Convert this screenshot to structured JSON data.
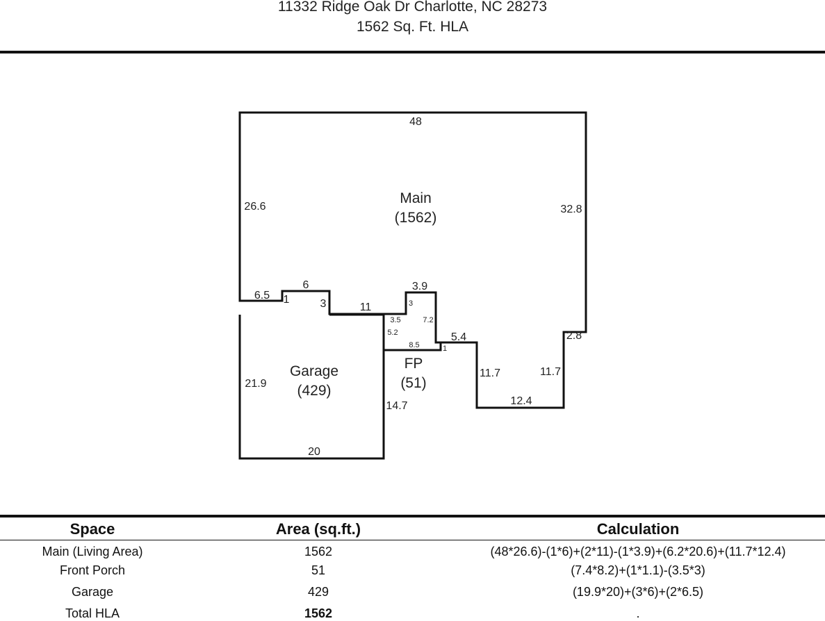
{
  "header": {
    "address": "11332 Ridge Oak Dr Charlotte, NC 28273",
    "hla": "1562 Sq. Ft. HLA"
  },
  "plan": {
    "areas": [
      {
        "id": "main",
        "name": "Main",
        "area": "(1562)"
      },
      {
        "id": "garage",
        "name": "Garage",
        "area": "(429)"
      },
      {
        "id": "fp",
        "name": "FP",
        "area": "(51)"
      }
    ],
    "dimensions": {
      "main_top": "48",
      "main_left": "26.6",
      "main_right": "32.8",
      "ledge_6_5": "6.5",
      "step_1a": "1",
      "top_6": "6",
      "step_3a": "3",
      "run_11": "11",
      "porch_3_9": "3.9",
      "porch_3": "3",
      "porch_3_5": "3.5",
      "porch_7_2": "7.2",
      "porch_5_2": "5.2",
      "porch_8_5": "8.5",
      "step_1b": "1",
      "run_5_4": "5.4",
      "right_2_8": "2.8",
      "bay_left_11_7": "11.7",
      "bay_right_11_7": "11.7",
      "bay_bottom_12_4": "12.4",
      "garage_left_21_9": "21.9",
      "garage_right_14_7": "14.7",
      "garage_bottom_20": "20"
    }
  },
  "table": {
    "headers": [
      "Space",
      "Area (sq.ft.)",
      "Calculation"
    ],
    "rows": [
      {
        "space": "Main (Living Area)",
        "area": "1562",
        "calc": "(48*26.6)-(1*6)+(2*11)-(1*3.9)+(6.2*20.6)+(11.7*12.4)"
      },
      {
        "space": "Front Porch",
        "area": "51",
        "calc": "(7.4*8.2)+(1*1.1)-(3.5*3)"
      },
      {
        "space": "Garage",
        "area": "429",
        "calc": "(19.9*20)+(3*6)+(2*6.5)"
      }
    ],
    "total": {
      "space": "Total HLA",
      "area": "1562",
      "calc": "."
    }
  },
  "colors": {
    "ink": "#111111",
    "background": "#ffffff"
  }
}
